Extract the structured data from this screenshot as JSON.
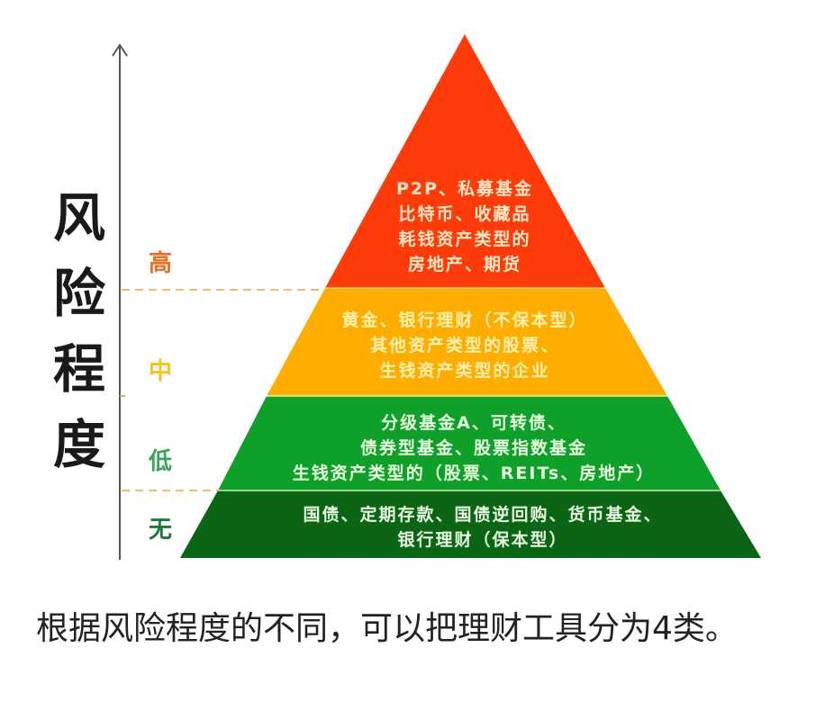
{
  "diagram": {
    "axis_title": [
      "风",
      "险",
      "程",
      "度"
    ],
    "levels": [
      {
        "label": "高",
        "color": "#f26b1d"
      },
      {
        "label": "中",
        "color": "#f5c518"
      },
      {
        "label": "低",
        "color": "#3aa35a"
      },
      {
        "label": "无",
        "color": "#1e7a3a"
      }
    ],
    "layers": [
      {
        "name": "high-risk",
        "fill": "#ff3b0a",
        "text_color": "#ffe8c8",
        "lines": [
          "P2P、私募基金",
          "比特币、收藏品",
          "耗钱资产类型的",
          "房地产、期货"
        ]
      },
      {
        "name": "medium-risk",
        "fill": "#ffae00",
        "text_color": "#fff1b0",
        "lines": [
          "黄金、银行理财（不保本型）",
          "其他资产类型的股票、",
          "生钱资产类型的企业"
        ]
      },
      {
        "name": "low-risk",
        "fill": "#0fa02a",
        "text_color": "#e8ffe0",
        "lines": [
          "分级基金A、可转债、",
          "债券型基金、股票指数基金",
          "生钱资产类型的（股票、REITs、房地产）"
        ]
      },
      {
        "name": "no-risk",
        "fill": "#0a6614",
        "text_color": "#e8f5e0",
        "lines": [
          "国债、定期存款、国债逆回购、货币基金、",
          "银行理财（保本型）"
        ]
      }
    ],
    "divider_color": "#f0c060",
    "axis_color": "#555555"
  },
  "caption": {
    "text": "根据风险程度的不同，可以把理财工具分为4类。"
  }
}
